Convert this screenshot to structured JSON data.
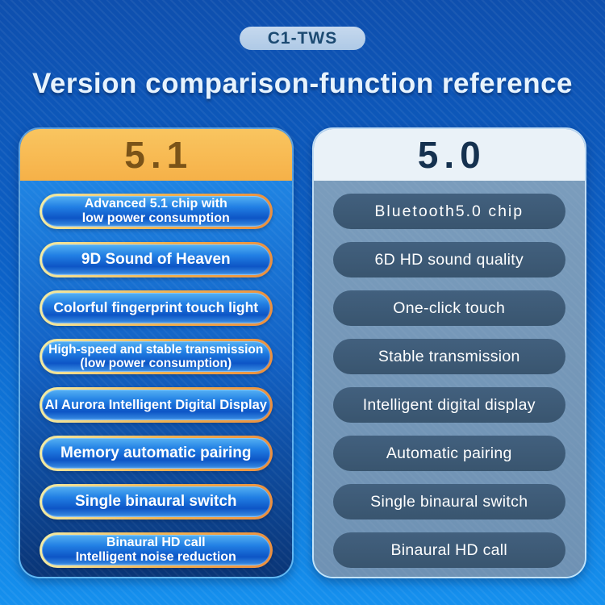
{
  "badge": {
    "label": "C1-TWS"
  },
  "title": "Version comparison-function reference",
  "comparison": {
    "left": {
      "version": "5.1",
      "items": [
        {
          "line1": "Advanced 5.1 chip with",
          "line2": "low power consumption"
        },
        {
          "line1": "9D Sound of Heaven"
        },
        {
          "line1": "Colorful fingerprint touch light"
        },
        {
          "line1": "High-speed and stable transmission",
          "line2": "(low power consumption)"
        },
        {
          "line1": "AI Aurora Intelligent Digital Display"
        },
        {
          "line1": "Memory automatic pairing"
        },
        {
          "line1": "Single binaural switch"
        },
        {
          "line1": "Binaural HD call",
          "line2": "Intelligent noise reduction"
        }
      ]
    },
    "right": {
      "version": "5.0",
      "items": [
        {
          "line1": "Bluetooth5.0 chip"
        },
        {
          "line1": "6D HD sound quality"
        },
        {
          "line1": "One-click touch"
        },
        {
          "line1": "Stable transmission"
        },
        {
          "line1": "Intelligent digital display"
        },
        {
          "line1": "Automatic pairing"
        },
        {
          "line1": "Single binaural switch"
        },
        {
          "line1": "Binaural HD call"
        }
      ]
    }
  },
  "colors": {
    "background_blue": "#0c63c9",
    "background_blue_bottom": "#1590ee",
    "badge_fill": "#b9d0ea",
    "badge_text": "#1c4a72",
    "title_text": "#e7f3fd",
    "header_orange": "#f7b750",
    "header_orange_text": "#7a5318",
    "header_silver": "#eaf2f8",
    "header_silver_text": "#15314f",
    "left_body_top": "#1f84e3",
    "left_body_bottom": "#0a3576",
    "right_body": "#6f92b4",
    "pill_blue_fill": "#1a6bd4",
    "pill_border_yellow": "#f2eda6",
    "pill_border_orange": "#ec8f3e",
    "pill_slate": "#3d5b78",
    "pill_text": "#ffffff"
  }
}
